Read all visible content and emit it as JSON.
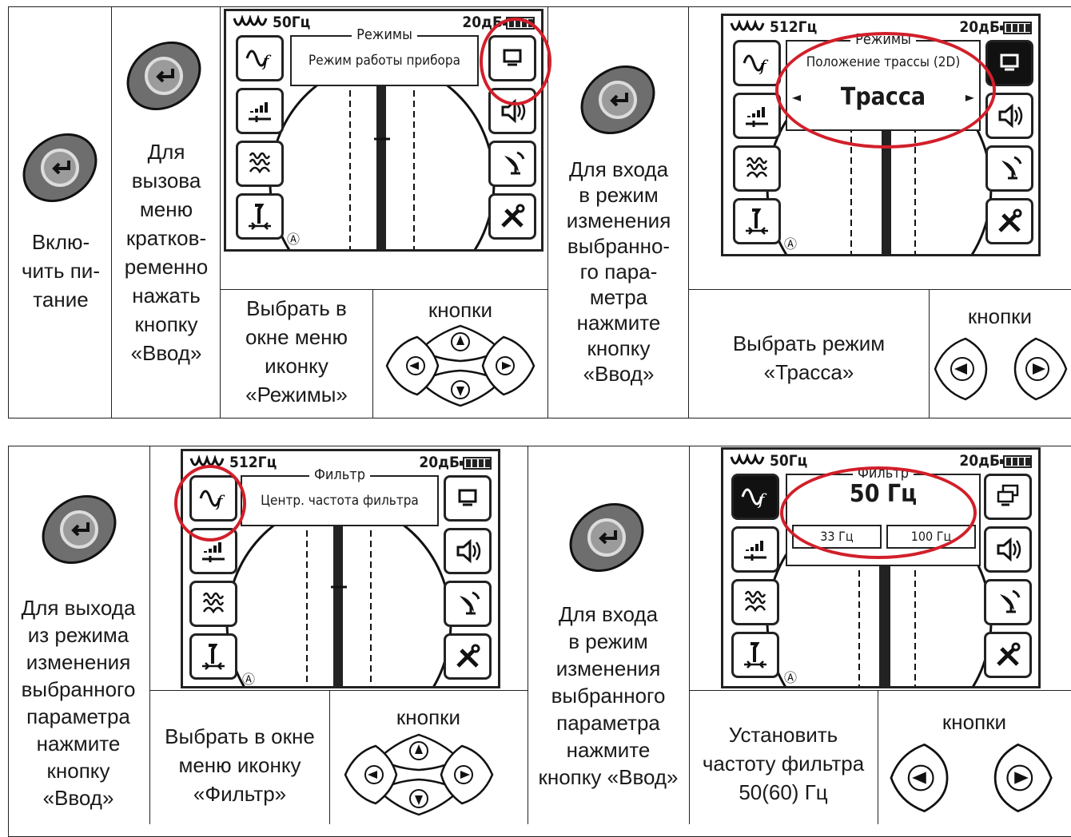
{
  "row1": {
    "col1_text": "Вклю-\nчить пи-\nтание",
    "col2_text": "Для\nвызова\nменю\nкратков-\nременно\nнажать\nкнопку\n«Ввод»",
    "screen1": {
      "freq": "50Гц",
      "gain": "20дБ",
      "popup_title": "Режимы",
      "popup_text": "Режим работы прибора",
      "marker": "Ⓐ"
    },
    "cell_select_text": "Выбрать в\nокне меню\nиконку\n«Режимы»",
    "buttons_label_1": "кнопки",
    "col_enter_text": "Для входа\nв режим\nизменения\nвыбранно-\nго пара-\nметра\nнажмите\nкнопку\n«Ввод»",
    "screen2": {
      "freq": "512Гц",
      "gain": "20дБ",
      "popup_title": "Режимы",
      "popup_text": "Положение трассы (2D)",
      "value": "Трасса",
      "marker": "Ⓐ"
    },
    "cell_choose_text": "Выбрать режим\n«Трасса»",
    "buttons_label_2": "кнопки"
  },
  "row2": {
    "col1_text": "Для выхода\nиз режима\nизменения\nвыбранного\nпараметра\nнажмите\nкнопку\n«Ввод»",
    "screen3": {
      "freq": "512Гц",
      "gain": "20дБ",
      "popup_title": "Фильтр",
      "popup_text": "Центр. частота фильтра",
      "marker": "Ⓐ"
    },
    "cell_select_text": "Выбрать в окне\nменю иконку\n«Фильтр»",
    "buttons_label_1": "кнопки",
    "col_enter_text": "Для входа\nв режим\nизменения\nвыбранного\nпараметра\nнажмите\nкнопку «Ввод»",
    "screen4": {
      "freq": "50Гц",
      "gain": "20дБ",
      "popup_title": "Фильтр",
      "value": "50 Гц",
      "low": "33 Гц",
      "high": "100  Гц",
      "marker": "Ⓐ"
    },
    "cell_set_text": "Установить\nчастоту фильтра\n50(60) Гц",
    "buttons_label_2": "кнопки"
  },
  "colors": {
    "highlight": "#d21f2a",
    "button_gray": "#8a8a8a"
  }
}
